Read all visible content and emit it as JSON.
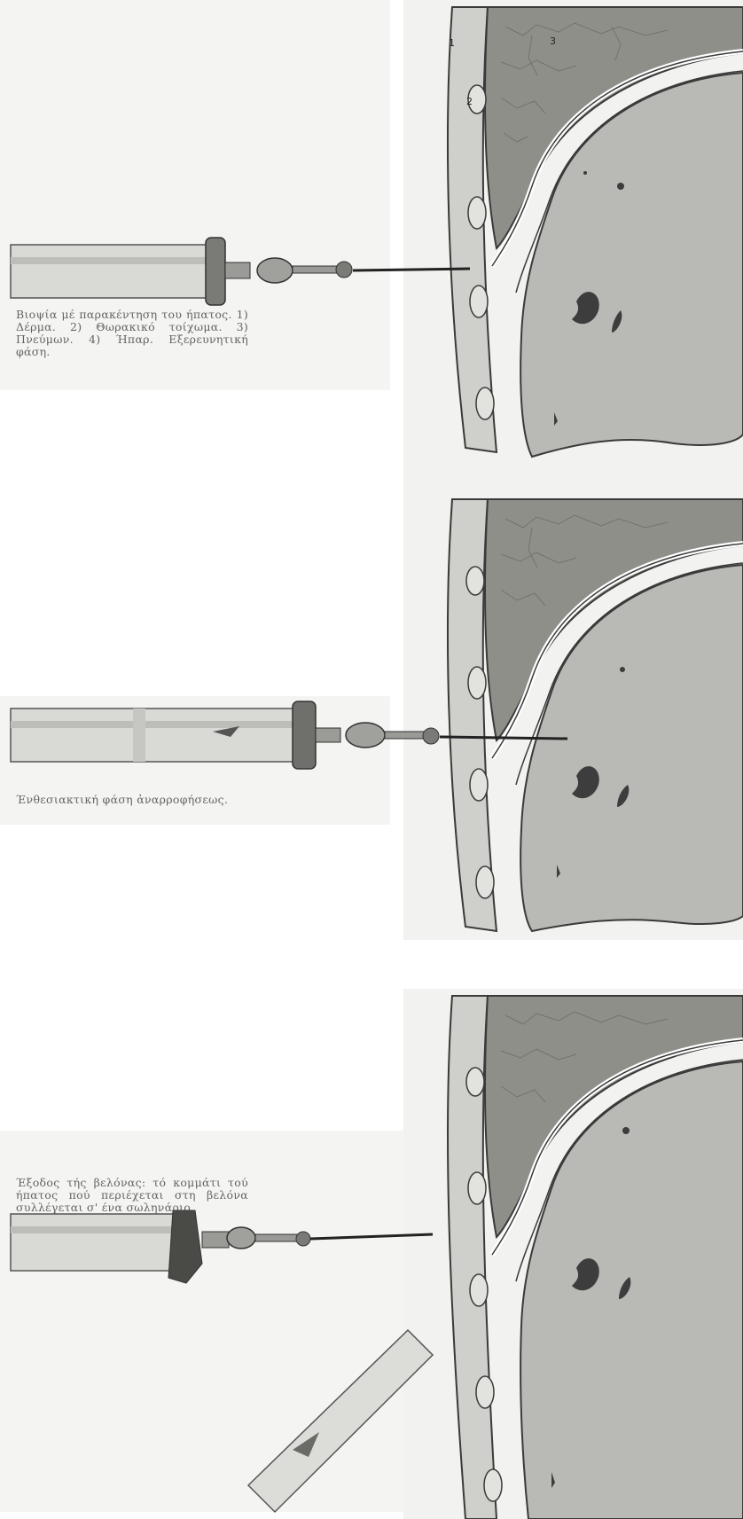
{
  "figure": {
    "panels": [
      {
        "id": "panel-1",
        "caption": "Βιοψία μέ παρακέντηση του ήπατος. 1) Δέρμα. 2) Θωρακικό τοίχωμα. 3) Πνεύμων. 4) Ήπαρ. Εξερευνητική φάση.",
        "labels": [
          "1",
          "2",
          "3"
        ]
      },
      {
        "id": "panel-2",
        "caption": "Ένθεσιακτική φάση ἀναρροφήσεως."
      },
      {
        "id": "panel-3",
        "caption": "Έξοδος τής βελόνας: τό κομμάτι τού ήπατος πού περιέχεται στη βελόνα συλλέγεται σ' ένα σωληνάριο."
      }
    ]
  },
  "colors": {
    "liver": "#b9b9b5",
    "skin": "#c9c9c5",
    "lung": "#8f8f8a",
    "outline": "#3a3a3a",
    "paper": "#ffffff",
    "shade": "#e9e9e6"
  }
}
